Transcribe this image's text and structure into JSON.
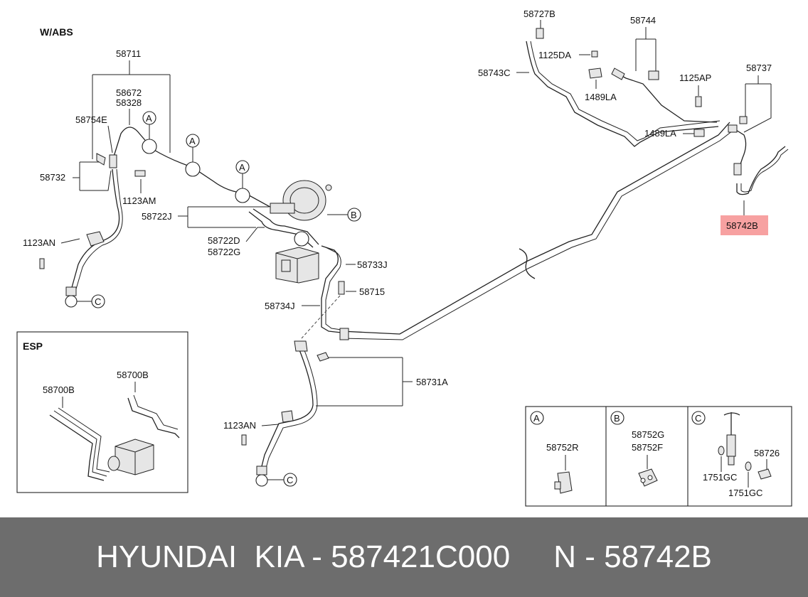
{
  "labels": {
    "wabs": "W/ABS",
    "p58711": "58711",
    "p58672": "58672",
    "p58328": "58328",
    "p58754E": "58754E",
    "p58732": "58732",
    "p1123AM": "1123AM",
    "p1123AN_top": "1123AN",
    "p58722J": "58722J",
    "p58722D": "58722D",
    "p58722G": "58722G",
    "p58733J": "58733J",
    "p58715": "58715",
    "p58734J": "58734J",
    "p58731A": "58731A",
    "p1123AN_bottom": "1123AN",
    "p58727B": "58727B",
    "p1125DA": "1125DA",
    "p58743C": "58743C",
    "p58744": "58744",
    "p1489LA_a": "1489LA",
    "p1489LA_b": "1489LA",
    "p1125AP": "1125AP",
    "p58737": "58737",
    "p58742B": "58742B"
  },
  "callouts": {
    "a": "A",
    "b": "B",
    "c": "C"
  },
  "esp": {
    "title": "ESP",
    "p58700B_left": "58700B",
    "p58700B_right": "58700B"
  },
  "detail": {
    "a_label": "A",
    "b_label": "B",
    "c_label": "C",
    "p58752R": "58752R",
    "p58752G": "58752G",
    "p58752F": "58752F",
    "p58726": "58726",
    "p1751GC_a": "1751GC",
    "p1751GC_b": "1751GC"
  },
  "colors": {
    "highlight": "#f7a1a1",
    "footer_bg": "#6d6d6d",
    "footer_text": "#ffffff"
  },
  "footer": {
    "text": "HYUNDAI  KIA - 587421C000     N - 58742B"
  }
}
